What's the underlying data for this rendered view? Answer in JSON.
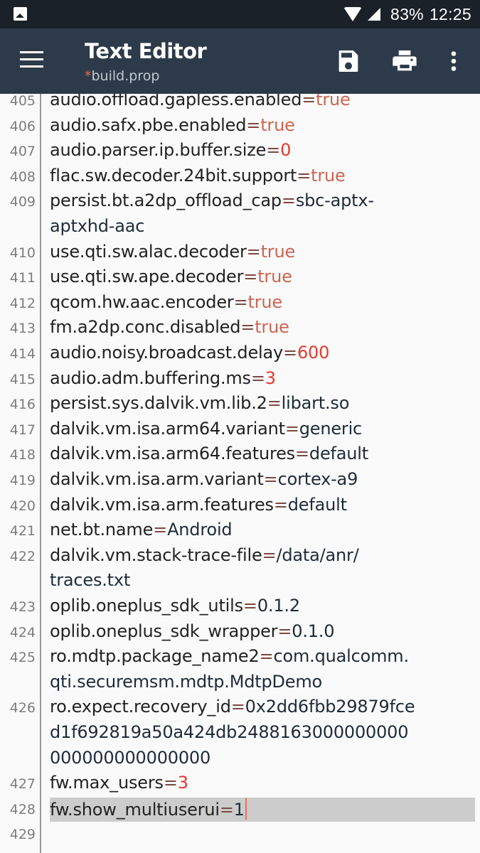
{
  "status_bar": {
    "battery": "83%",
    "time": "12:25",
    "icons": [
      "gallery-notification-icon",
      "wifi-icon",
      "signal-icon"
    ]
  },
  "app_bar": {
    "title": "Text Editor",
    "modified_marker": "*",
    "filename": "build.prop",
    "actions": [
      "menu-icon",
      "save-icon",
      "print-icon",
      "more-vert-icon"
    ]
  },
  "editor": {
    "lines": [
      {
        "n": "405",
        "key": "audio.offload.gapless.enabled",
        "value": [
          "true"
        ],
        "type": "bool"
      },
      {
        "n": "406",
        "key": "audio.safx.pbe.enabled",
        "value": [
          "true"
        ],
        "type": "bool"
      },
      {
        "n": "407",
        "key": "audio.parser.ip.buffer.size",
        "value": [
          "0"
        ],
        "type": "num"
      },
      {
        "n": "408",
        "key": "flac.sw.decoder.24bit.support",
        "value": [
          "true"
        ],
        "type": "bool"
      },
      {
        "n": "409",
        "key": "persist.bt.a2dp_offload_cap",
        "value": [
          "sbc-aptx-",
          "aptxhd-aac"
        ],
        "type": "val"
      },
      {
        "n": "410",
        "key": "use.qti.sw.alac.decoder",
        "value": [
          "true"
        ],
        "type": "bool"
      },
      {
        "n": "411",
        "key": "use.qti.sw.ape.decoder",
        "value": [
          "true"
        ],
        "type": "bool"
      },
      {
        "n": "412",
        "key": "qcom.hw.aac.encoder",
        "value": [
          "true"
        ],
        "type": "bool"
      },
      {
        "n": "413",
        "key": "fm.a2dp.conc.disabled",
        "value": [
          "true"
        ],
        "type": "bool"
      },
      {
        "n": "414",
        "key": "audio.noisy.broadcast.delay",
        "value": [
          "600"
        ],
        "type": "num"
      },
      {
        "n": "415",
        "key": "audio.adm.buffering.ms",
        "value": [
          "3"
        ],
        "type": "num"
      },
      {
        "n": "416",
        "key": "persist.sys.dalvik.vm.lib.2",
        "value": [
          "libart.so"
        ],
        "type": "val"
      },
      {
        "n": "417",
        "key": "dalvik.vm.isa.arm64.variant",
        "value": [
          "generic"
        ],
        "type": "val"
      },
      {
        "n": "418",
        "key": "dalvik.vm.isa.arm64.features",
        "value": [
          "default"
        ],
        "type": "val"
      },
      {
        "n": "419",
        "key": "dalvik.vm.isa.arm.variant",
        "value": [
          "cortex-a9"
        ],
        "type": "val"
      },
      {
        "n": "420",
        "key": "dalvik.vm.isa.arm.features",
        "value": [
          "default"
        ],
        "type": "val"
      },
      {
        "n": "421",
        "key": "net.bt.name",
        "value": [
          "Android"
        ],
        "type": "val"
      },
      {
        "n": "422",
        "key": "dalvik.vm.stack-trace-file",
        "value": [
          "/data/anr/",
          "traces.txt"
        ],
        "type": "val"
      },
      {
        "n": "423",
        "key": "oplib.oneplus_sdk_utils",
        "value": [
          "0.1.2"
        ],
        "type": "val"
      },
      {
        "n": "424",
        "key": "oplib.oneplus_sdk_wrapper",
        "value": [
          "0.1.0"
        ],
        "type": "val"
      },
      {
        "n": "425",
        "key": "ro.mdtp.package_name2",
        "value": [
          "com.qualcomm.",
          "qti.securemsm.mdtp.MdtpDemo"
        ],
        "type": "val"
      },
      {
        "n": "426",
        "key": "ro.expect.recovery_id",
        "value": [
          "0x2dd6fbb29879fce",
          "d1f692819a50a424db2488163000000000",
          "000000000000000"
        ],
        "type": "val"
      },
      {
        "n": "427",
        "key": "fw.max_users",
        "value": [
          "3"
        ],
        "type": "num"
      },
      {
        "n": "428",
        "key": "fw.show_multiuserui",
        "value": [
          "1"
        ],
        "type": "val",
        "current": true
      },
      {
        "n": "429",
        "key": "",
        "value": [],
        "type": "empty"
      }
    ],
    "colors": {
      "key": "#222222",
      "equals": "#7a4a40",
      "bool": "#cc6550",
      "number": "#e8392d",
      "string": "#1f2b3a",
      "current_line": "#cccccc",
      "cursor": "#f26c4f"
    }
  }
}
